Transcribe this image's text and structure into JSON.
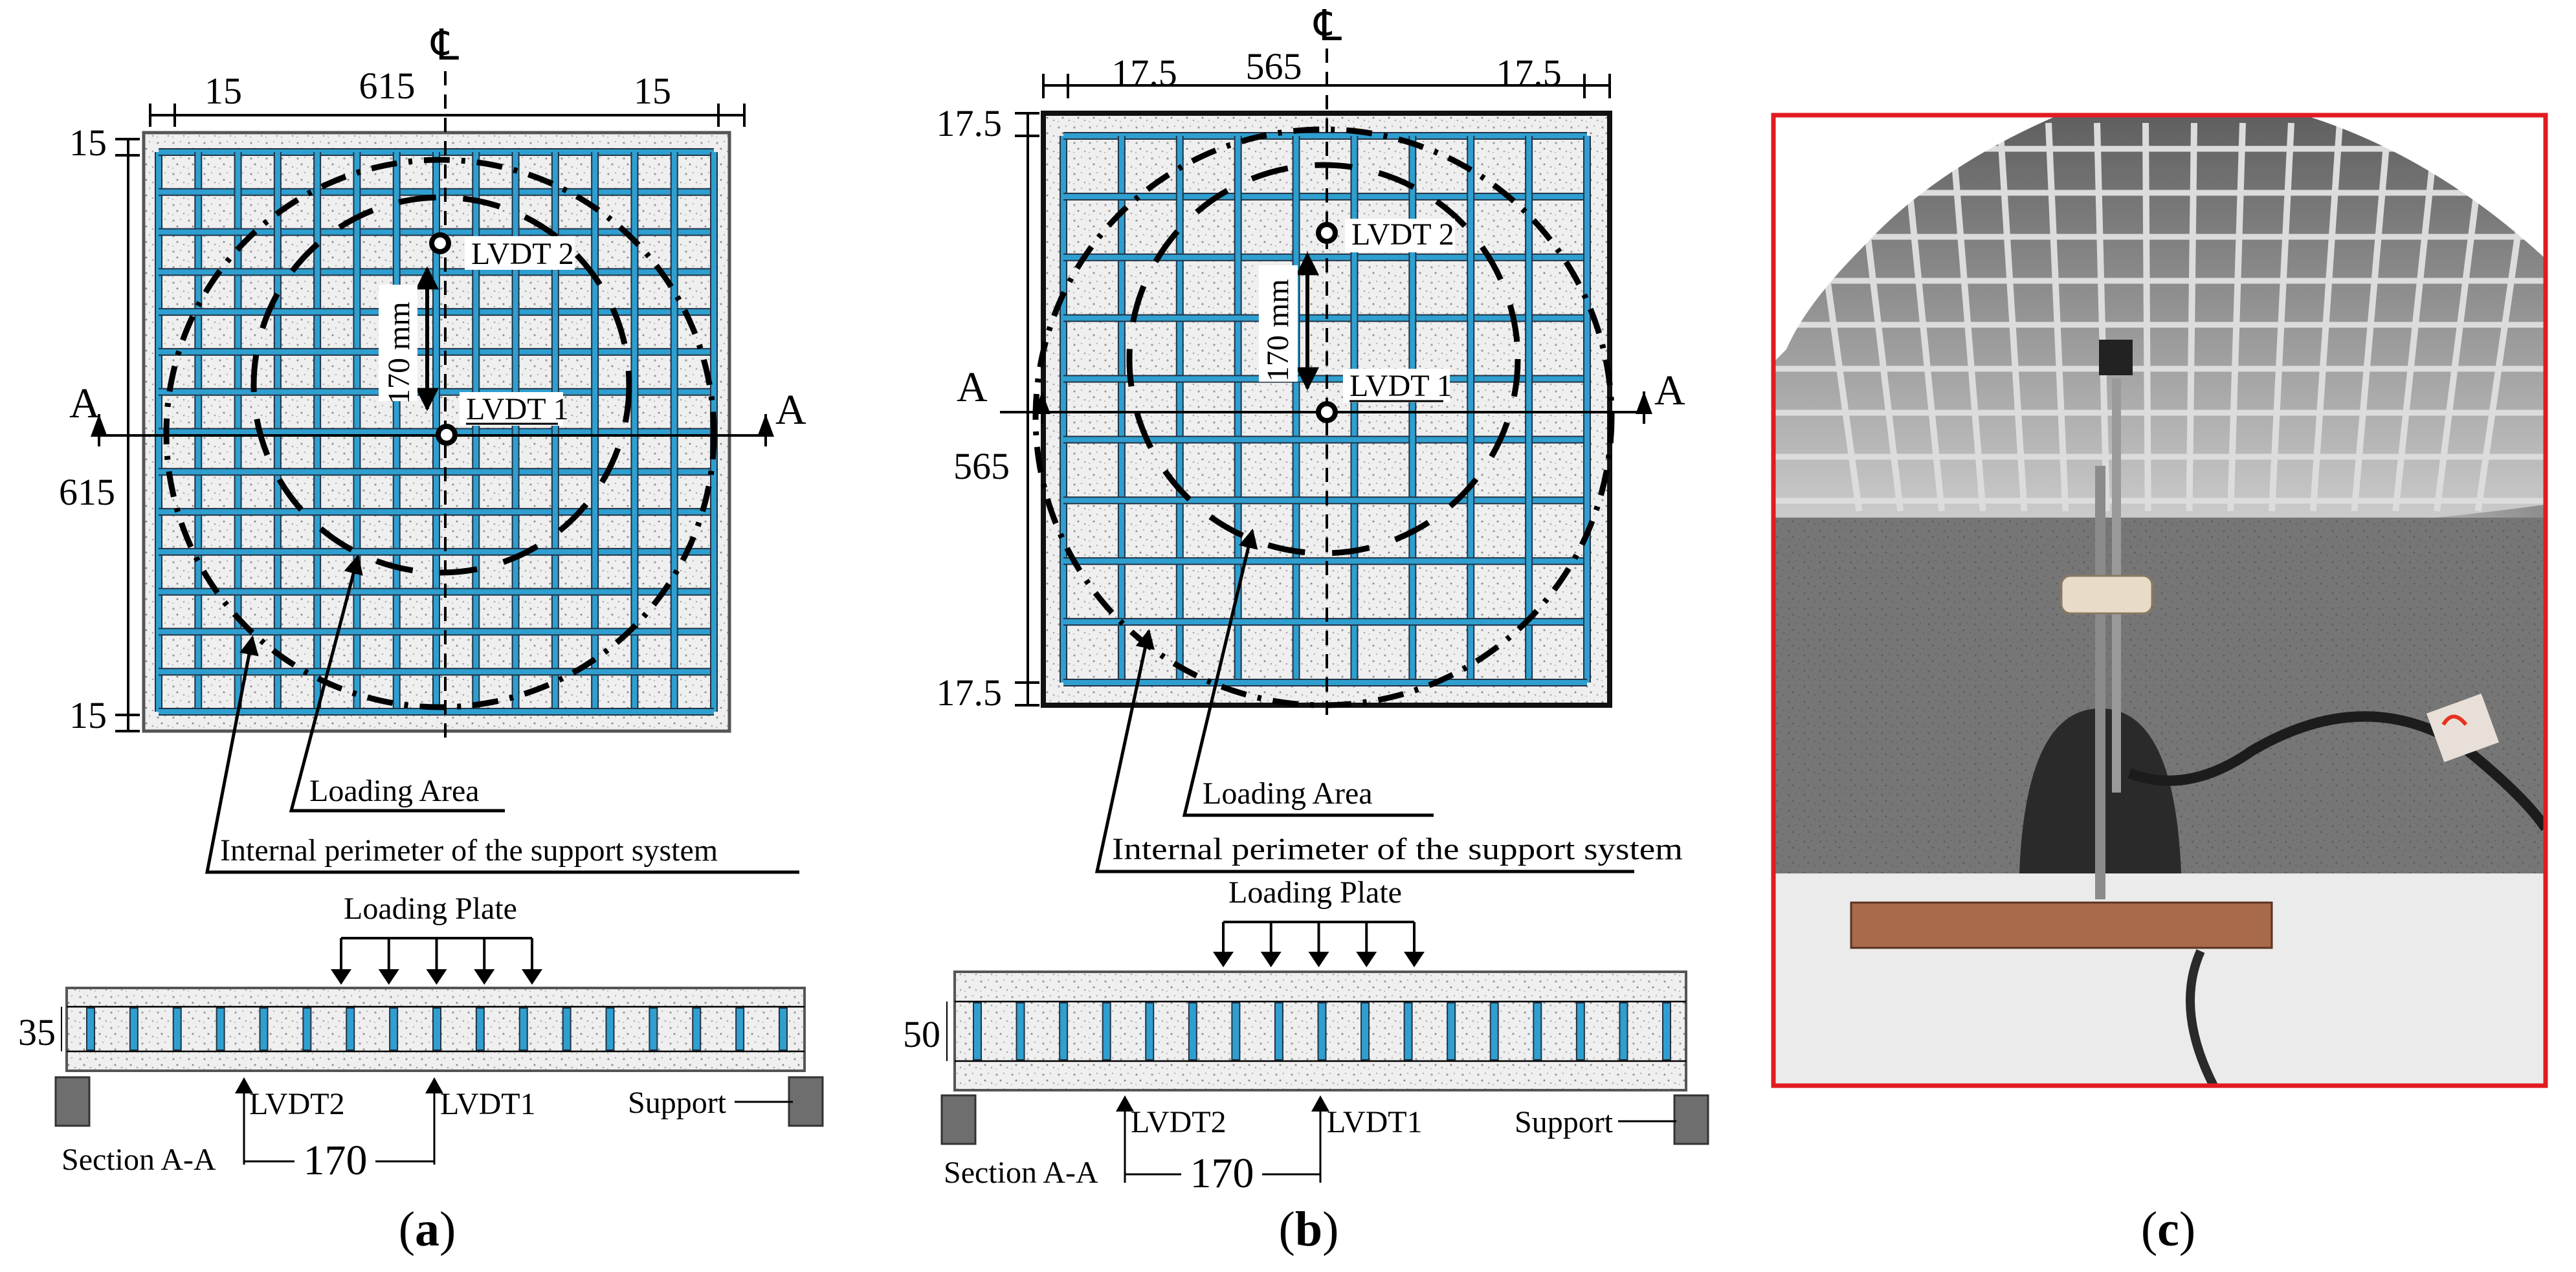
{
  "panels": {
    "a": {
      "letter": "a",
      "centerline": "℄",
      "dims": {
        "edge_left": "15",
        "span": "615",
        "edge_right": "15",
        "edge_top": "15",
        "height": "615",
        "edge_bottom": "15"
      },
      "section_mark": "A",
      "lvdt_1": "LVDT 1",
      "lvdt_2": "LVDT 2",
      "spacing": "170 mm",
      "loading_area": "Loading Area",
      "support_perimeter": "Internal perimeter of the support system",
      "loading_plate": "Loading Plate",
      "thickness": "35",
      "section_lvdt2": "LVDT2",
      "section_lvdt1": "LVDT1",
      "support": "Support",
      "section_title": "Section A-A",
      "section_spacing": "170",
      "grid_cells": 14
    },
    "b": {
      "letter": "b",
      "centerline": "℄",
      "dims": {
        "edge_left": "17.5",
        "span": "565",
        "edge_right": "17.5",
        "edge_top": "17.5",
        "height": "565",
        "edge_bottom": "17.5"
      },
      "section_mark": "A",
      "lvdt_1": "LVDT 1",
      "lvdt_2": "LVDT 2",
      "spacing": "170 mm",
      "loading_area": "Loading Area",
      "support_perimeter": "Internal perimeter of the support system",
      "loading_plate": "Loading Plate",
      "thickness": "50",
      "section_lvdt2": "LVDT2",
      "section_lvdt1": "LVDT1",
      "support": "Support",
      "section_title": "Section A-A",
      "section_spacing": "170",
      "grid_cells": 9
    },
    "c": {
      "letter": "c"
    }
  },
  "colors": {
    "mesh": "#2f9fd0",
    "concrete": "#ececec",
    "photo_border": "#e11b22"
  }
}
